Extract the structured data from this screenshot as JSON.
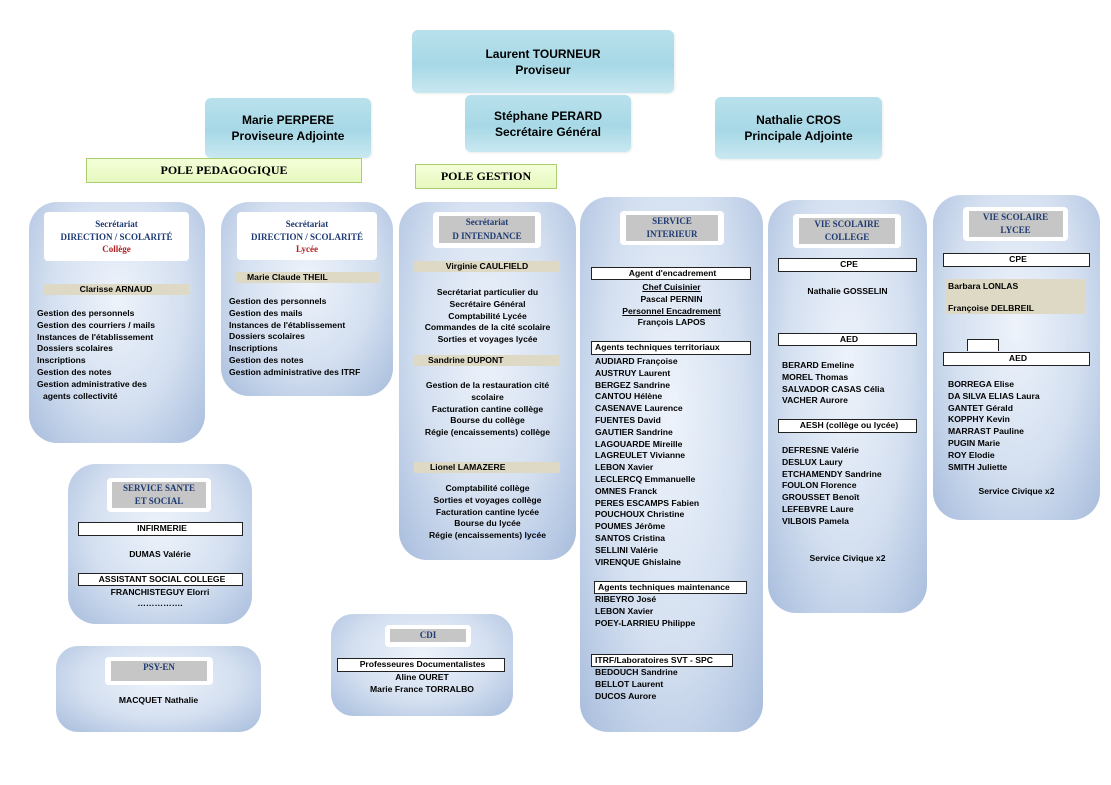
{
  "top": {
    "proviseur": {
      "name": "Laurent TOURNEUR",
      "title": "Proviseur"
    },
    "proviseure_adjointe": {
      "name": "Marie PERPERE",
      "title": "Proviseure Adjointe"
    },
    "secretaire_general": {
      "name": "Stéphane PERARD",
      "title": "Secrétaire Général"
    },
    "principale_adjointe": {
      "name": "Nathalie CROS",
      "title": "Principale Adjointe"
    }
  },
  "poles": {
    "pedagogique": "POLE PEDAGOGIQUE",
    "gestion": "POLE GESTION"
  },
  "sec_college": {
    "header1": "Secrétariat",
    "header2": "DIRECTION / SCOLARITÉ",
    "header3": "Collège",
    "person": "Clarisse ARNAUD",
    "tasks": [
      "Gestion des personnels",
      "Gestion des courriers / mails",
      "Instances de l'établissement",
      "Dossiers scolaires",
      "Inscriptions",
      "Gestion des notes",
      "Gestion administrative des",
      "agents collectivité"
    ]
  },
  "sec_lycee": {
    "header1": "Secrétariat",
    "header2": "DIRECTION / SCOLARITÉ",
    "header3": "Lycée",
    "person": "Marie Claude THEIL",
    "tasks": [
      "Gestion des personnels",
      "Gestion des mails",
      "Instances de l'établissement",
      "Dossiers scolaires",
      "Inscriptions",
      "Gestion des notes",
      "Gestion administrative des ITRF"
    ]
  },
  "intendance": {
    "header1": "Secrétariat",
    "header2": "D INTENDANCE",
    "person1": "Virginie CAULFIELD",
    "tasks1": [
      "Secrétariat particulier du",
      "Secrétaire Général",
      "Comptabilité Lycée",
      "Commandes de la cité scolaire",
      "Sorties et voyages lycée"
    ],
    "person2": "Sandrine DUPONT",
    "tasks2": [
      "Gestion de la restauration cité",
      "scolaire",
      "Facturation cantine collège",
      "Bourse du collège",
      "Régie (encaissements) collège"
    ],
    "person3": "Lionel LAMAZERE",
    "tasks3": [
      "Comptabilité collège",
      "Sorties et voyages collège",
      "Facturation cantine lycée",
      "Bourse du lycée"
    ],
    "last_prefix": "Régie (encaissements)",
    "last_highlight": "lycée"
  },
  "interieur": {
    "header1": "SERVICE",
    "header2": "INTERIEUR",
    "agent_label": "Agent d'encadrement",
    "chef_label": "Chef Cuisinier",
    "chef": "Pascal PERNIN",
    "perso_label": "Personnel Encadrement",
    "perso": "François LAPOS",
    "territoriaux_label": "Agents techniques territoriaux",
    "territoriaux": [
      "AUDIARD Françoise",
      "AUSTRUY Laurent",
      "BERGEZ Sandrine",
      "CANTOU Hélène",
      "CASENAVE Laurence",
      "FUENTES David",
      "GAUTIER Sandrine",
      "LAGOUARDE Mireille",
      "LAGREULET Vivianne",
      "LEBON Xavier",
      "LECLERCQ Emmanuelle",
      "OMNES Franck",
      "PERES ESCAMPS Fabien",
      "POUCHOUX Christine",
      "POUMES Jérôme",
      "SANTOS Cristina",
      "SELLINI Valérie",
      "VIRENQUE Ghislaine"
    ],
    "maintenance_label": "Agents techniques maintenance",
    "maintenance": [
      "RIBEYRO José",
      "LEBON Xavier",
      "POEY-LARRIEU Philippe"
    ],
    "itrf_label": "ITRF/Laboratoires SVT - SPC",
    "itrf": [
      "BEDOUCH Sandrine",
      "BELLOT Laurent",
      "DUCOS Aurore"
    ]
  },
  "vs_college": {
    "header1": "VIE SCOLAIRE",
    "header2": "COLLEGE",
    "cpe_label": "CPE",
    "cpe": "Nathalie GOSSELIN",
    "aed_label": "AED",
    "aed": [
      "BERARD Emeline",
      "MOREL Thomas",
      "SALVADOR CASAS Célia",
      "VACHER Aurore"
    ],
    "aesh_label": "AESH (collège ou lycée)",
    "aesh": [
      "DEFRESNE Valérie",
      "DESLUX Laury",
      "ETCHAMENDY Sandrine",
      "FOULON Florence",
      "GROUSSET Benoît",
      "LEFEBVRE Laure",
      "VILBOIS Pamela"
    ],
    "civique": "Service Civique x2"
  },
  "vs_lycee": {
    "header1": "VIE SCOLAIRE",
    "header2": "LYCEE",
    "cpe_label": "CPE",
    "cpe1": "Barbara LONLAS",
    "cpe2": "Françoise DELBREIL",
    "aed_label": "AED",
    "aed": [
      "BORREGA Elise",
      "DA SILVA ELIAS Laura",
      "GANTET Gérald",
      "KOPPHY Kevin",
      "MARRAST Pauline",
      "PUGIN Marie",
      "ROY Elodie",
      "SMITH Juliette"
    ],
    "civique": "Service Civique x2"
  },
  "sante": {
    "header1": "SERVICE SANTE",
    "header2": "ET SOCIAL",
    "infirmerie_label": "INFIRMERIE",
    "infirmerie": "DUMAS Valérie",
    "assistant_label": "ASSISTANT SOCIAL COLLEGE",
    "assistant": "FRANCHISTEGUY Elorri",
    "dots": "……………."
  },
  "psy": {
    "header": "PSY-EN",
    "person": "MACQUET Nathalie"
  },
  "cdi": {
    "header": "CDI",
    "label": "Professeures Documentalistes",
    "people": [
      "Aline OURET",
      "Marie France TORRALBO"
    ]
  },
  "colors": {
    "panel": "#c6d5ea",
    "top_box": "#a9d9e7",
    "pole": "#eaf9c6",
    "header_text": "#1f3b73",
    "red_text": "#b22222"
  }
}
